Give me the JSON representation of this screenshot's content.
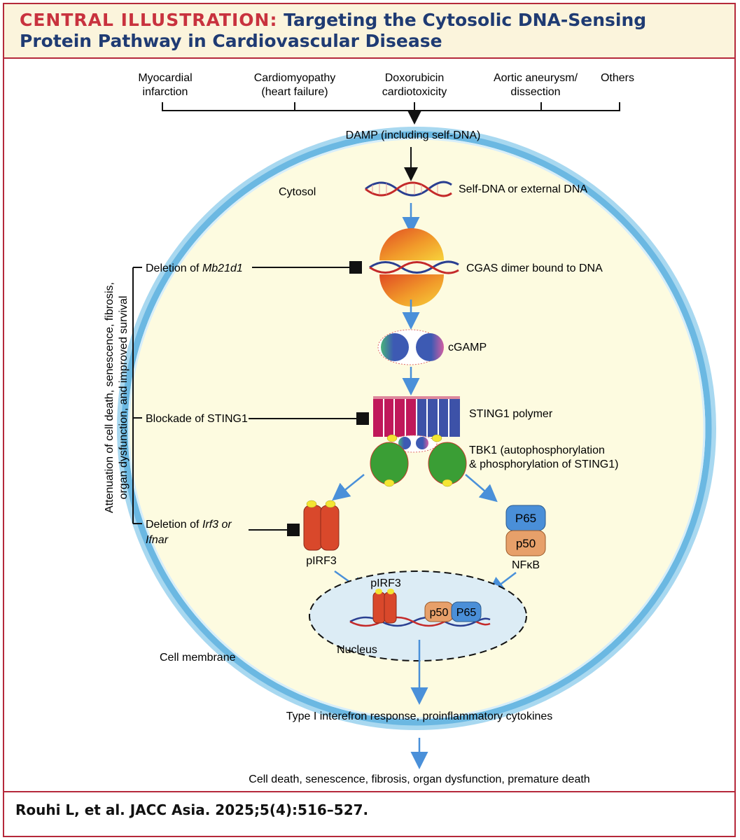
{
  "header": {
    "lead": "CENTRAL ILLUSTRATION:",
    "title": "Targeting the Cytosolic DNA-Sensing Protein Pathway in Cardiovascular Disease"
  },
  "diseases": [
    {
      "line1": "Myocardial",
      "line2": "infarction"
    },
    {
      "line1": "Cardiomyopathy",
      "line2": "(heart failure)"
    },
    {
      "line1": "Doxorubicin",
      "line2": "cardiotoxicity"
    },
    {
      "line1": "Aortic aneurysm/",
      "line2": "dissection"
    },
    {
      "line1": "Others",
      "line2": ""
    }
  ],
  "labels": {
    "damp": "DAMP (including self-DNA)",
    "cytosol": "Cytosol",
    "self_dna": "Self-DNA or external DNA",
    "cgas": "CGAS dimer bound to DNA",
    "cgamp": "cGAMP",
    "sting": "STING1 polymer",
    "tbk1_line1": "TBK1 (autophosphorylation",
    "tbk1_line2": "& phosphorylation of STING1)",
    "pirf3": "pIRF3",
    "p65": "P65",
    "p50": "p50",
    "nfkb": "NFκB",
    "nucleus_pirf3": "pIRF3",
    "nucleus_p50": "p50",
    "nucleus_p65": "P65",
    "nucleus": "Nucleus",
    "cell_membrane": "Cell membrane",
    "interferon": "Type I interefron response, proinflammatory cytokines",
    "outcome": "Cell death, senescence, fibrosis, organ dysfunction, premature death"
  },
  "interventions": {
    "mb21d1_prefix": "Deletion of ",
    "mb21d1_gene": "Mb21d1",
    "sting_block": "Blockade of STING1",
    "irf3_prefix": "Deletion of ",
    "irf3_gene": "Irf3 or",
    "ifnar_gene": "Ifnar"
  },
  "side_label": {
    "line1": "Attenuation of cell death, senescence, fibrosis,",
    "line2": "organ dysfunction, and improved survival"
  },
  "citation": "Rouhi L, et al. JACC Asia. 2025;5(4):516–527.",
  "colors": {
    "title_red": "#c8323e",
    "title_blue": "#1f3b73",
    "arrow_blue": "#4a90d9",
    "cell_fill": "#fdfbe0",
    "membrane": "#7fc3e6",
    "sting_red": "#c0185a",
    "sting_blue": "#3d52a8",
    "tbk1_green": "#3a9e35",
    "irf3_red": "#d9482b",
    "p65_blue": "#4a8fd8",
    "p50_orange": "#e7a06a",
    "nucleus_fill": "#dcecf5"
  }
}
